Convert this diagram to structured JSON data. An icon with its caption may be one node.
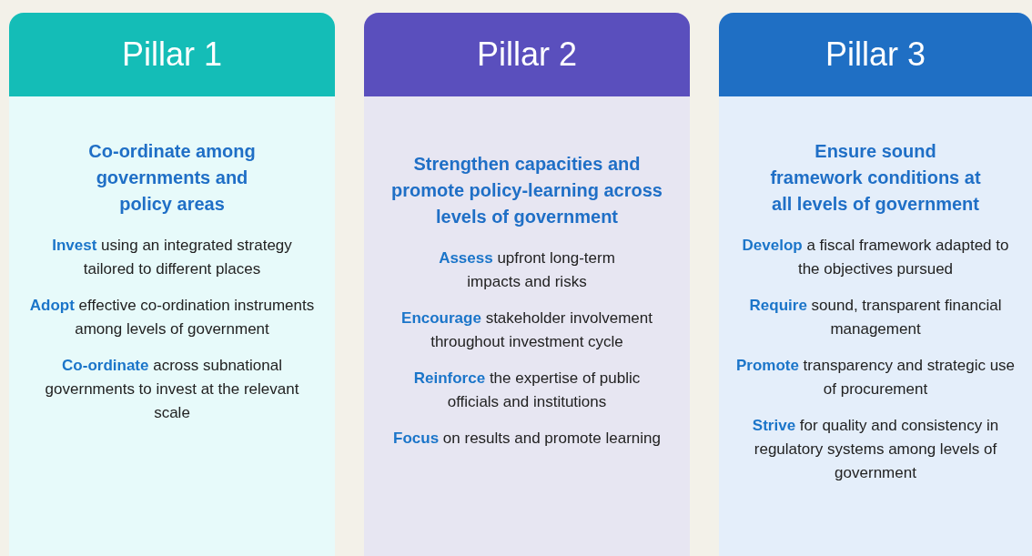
{
  "diagram": {
    "nodes": [
      {
        "text": [
          "Pillar 1",
          "Co-ordinate among governments and policy areas",
          "**Invest** using an integrated strategy tailored to different places",
          "**Adopt** effective co-ordination instruments among levels of government",
          "**Co-ordinate** across subnational governments to invest at the relevant scale"
        ]
      },
      {
        "text": [
          "Pillar 2",
          "Strengthen capacities and promote policy-learning across levels of government",
          "**Assess** upfront long-term impacts and risks",
          "**Encourage** stakeholder involvement throughout investment cycle",
          "**Reinforce** the expertise of public officials and institutions",
          "**Focus** on results and promote learning"
        ]
      },
      {
        "text": [
          "Pillar 3",
          "Ensure sound framework conditions at all levels of government",
          "**Develop** a fiscal framework adapted to the objectives pursued",
          "**Require** sound, transparent financial management",
          "**Promote** transparency and strategic use of procurement",
          "**Strive** for quality and consistency in regulatory systems among levels of government"
        ]
      }
    ]
  }
}
